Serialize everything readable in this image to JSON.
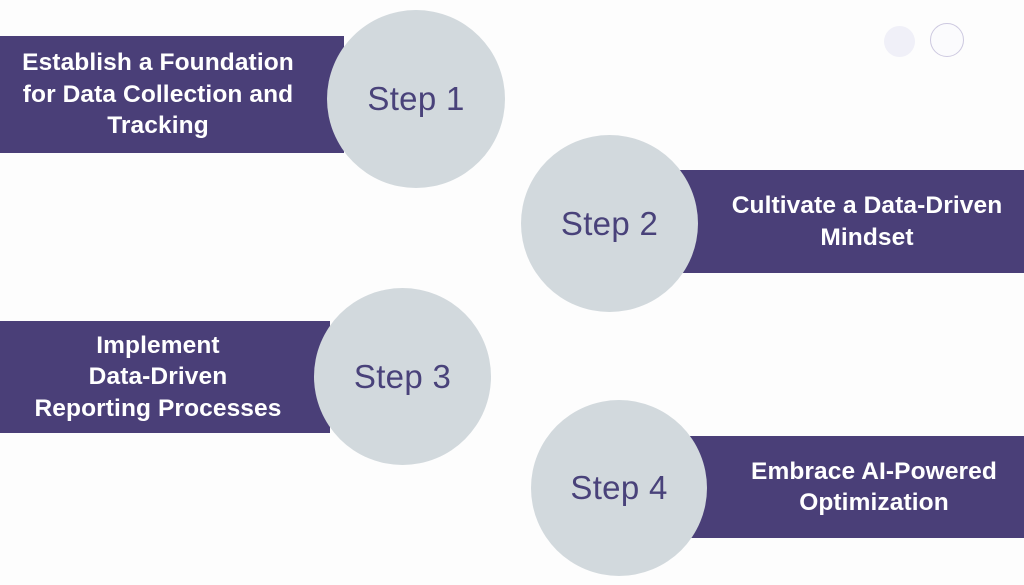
{
  "background_color": "#fdfdfd",
  "theme": {
    "bar_color": "#4a3f78",
    "bar_text_color": "#ffffff",
    "circle_color": "#d2d9dd",
    "circle_text_color": "#49427a",
    "deco_dot_fill": "#f0f0f8",
    "deco_dot_outline": "#cdc9e0"
  },
  "steps": [
    {
      "badge": "Step 1",
      "description": "Establish a Foundation\nfor Data Collection and\nTracking",
      "side": "left"
    },
    {
      "badge": "Step 2",
      "description": "Cultivate a Data-Driven\nMindset",
      "side": "right"
    },
    {
      "badge": "Step 3",
      "description": "Implement\nData-Driven\nReporting Processes",
      "side": "left"
    },
    {
      "badge": "Step 4",
      "description": "Embrace AI-Powered\nOptimization",
      "side": "right"
    }
  ],
  "decorations": [
    {
      "name": "filled-dot",
      "shape": "circle-filled"
    },
    {
      "name": "outline-dot",
      "shape": "circle-outline"
    }
  ]
}
